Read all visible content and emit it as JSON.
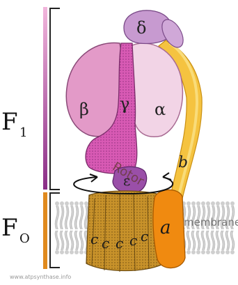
{
  "labels": {
    "f1_main": "F",
    "f1_sub": "1",
    "fo_main": "F",
    "fo_sub": "O",
    "alpha": "α",
    "beta": "β",
    "gamma": "γ",
    "delta": "δ",
    "epsilon": "ε",
    "b": "b",
    "a": "a",
    "c": "c",
    "rotor": "Rotor",
    "membrane": "membrane",
    "url": "www.atpsynthase.info"
  },
  "colors": {
    "f1_bar_top": "#f2b6dc",
    "f1_bar_bottom": "#8a2d86",
    "fo_bar": "#e08a1e",
    "alpha": "#f2d4e6",
    "beta": "#e39ac8",
    "gamma": "#d85ab4",
    "delta": "#c79ad0",
    "epsilon": "#9a4fa8",
    "stalk_b": "#f5c340",
    "a_subunit": "#f08a10",
    "c_ring": "#c8922a",
    "membrane_gray": "#c8c8c8"
  }
}
